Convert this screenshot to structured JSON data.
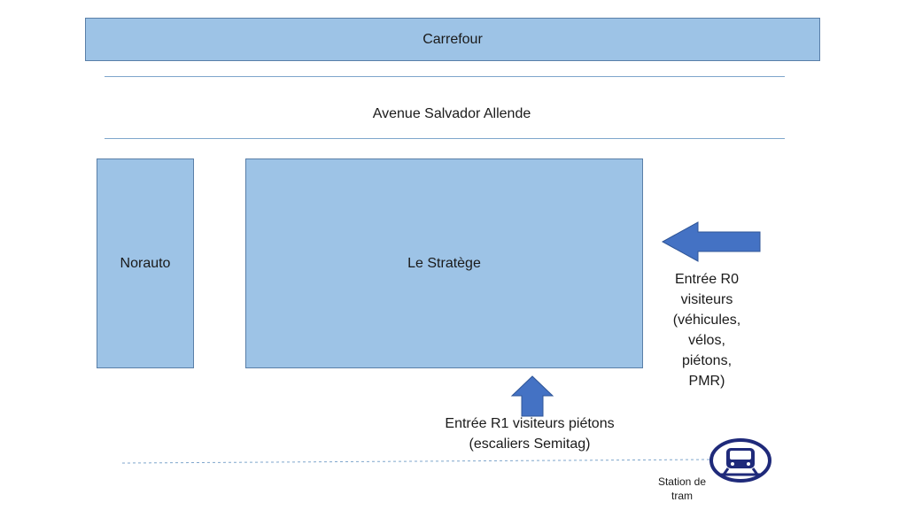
{
  "buildings": {
    "carrefour": "Carrefour",
    "norauto": "Norauto",
    "strategie": "Le Stratège"
  },
  "street": {
    "name": "Avenue Salvador Allende"
  },
  "entrances": {
    "r0": [
      "Entrée R0",
      "visiteurs",
      "(véhicules,",
      "vélos,",
      "piétons,",
      "PMR)"
    ],
    "r1": [
      "Entrée R1 visiteurs piétons",
      "(escaliers Semitag)"
    ]
  },
  "tram": {
    "label_lines": [
      "Station de",
      "tram"
    ],
    "icon": "tram-icon"
  },
  "colors": {
    "block_fill": "#9dc3e6",
    "block_border": "#5a7fa8",
    "arrow": "#4472c4",
    "tram_navy": "#1f2a7a"
  }
}
